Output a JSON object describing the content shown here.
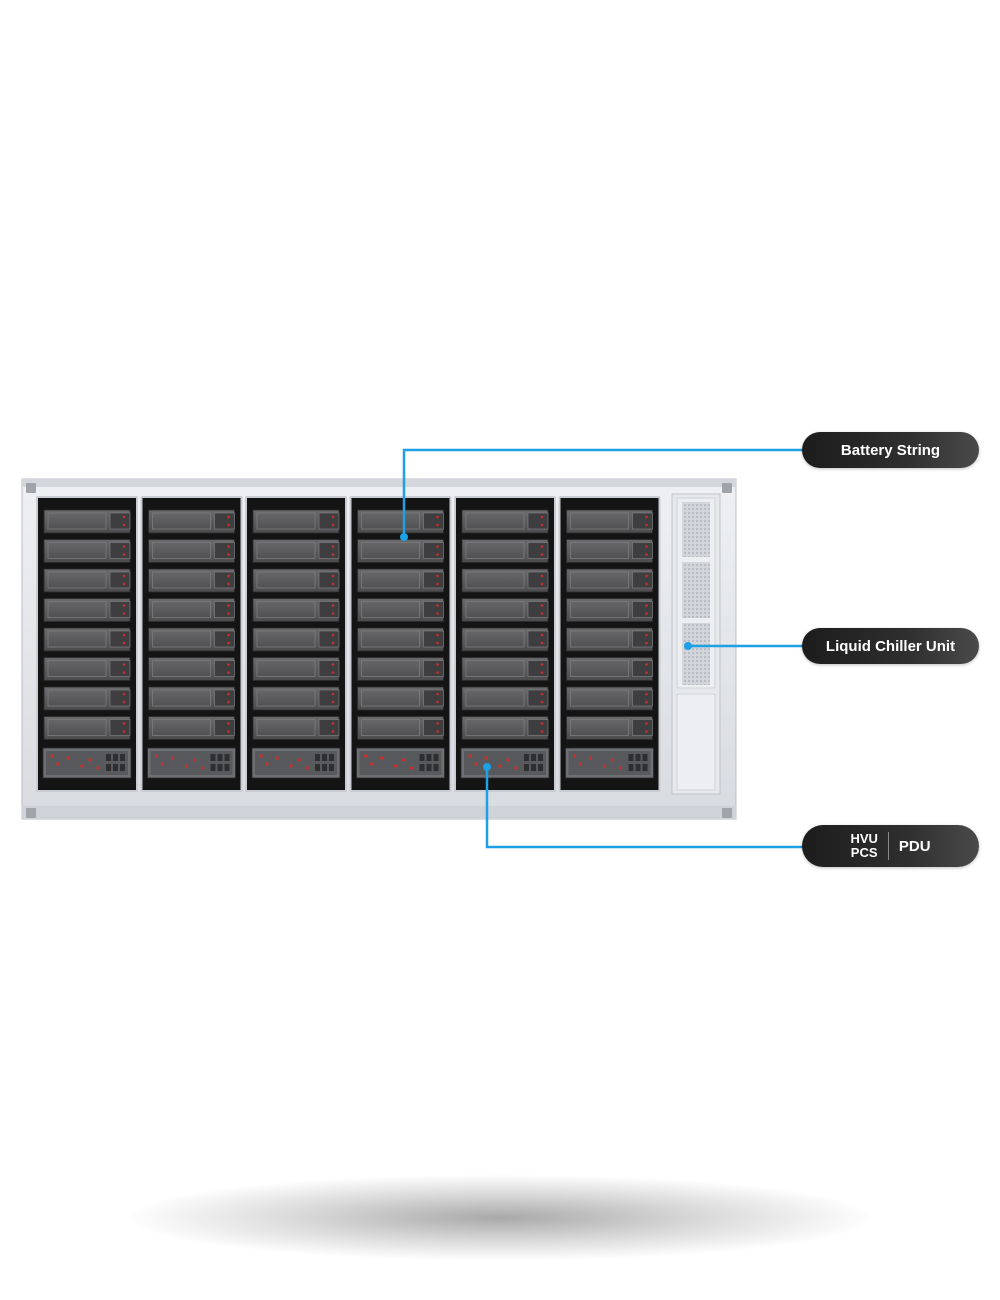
{
  "colors": {
    "accent_line": "#1ea0e6",
    "callout_bg": "#232323",
    "callout_text": "#ffffff",
    "container_body": "#e4e6ea",
    "rack_bay": "#141414",
    "battery_module": "#5a5a5c",
    "terminal_red": "#c9302c"
  },
  "diagram": {
    "rack_count": 6,
    "modules_per_rack": 8,
    "module_details_per_rack": 1
  },
  "callouts": {
    "battery_string": {
      "label": "Battery String"
    },
    "liquid_chiller": {
      "label": "Liquid Chiller Unit"
    },
    "pdu": {
      "left_top": "HVU",
      "left_bottom": "PCS",
      "right": "PDU"
    }
  }
}
